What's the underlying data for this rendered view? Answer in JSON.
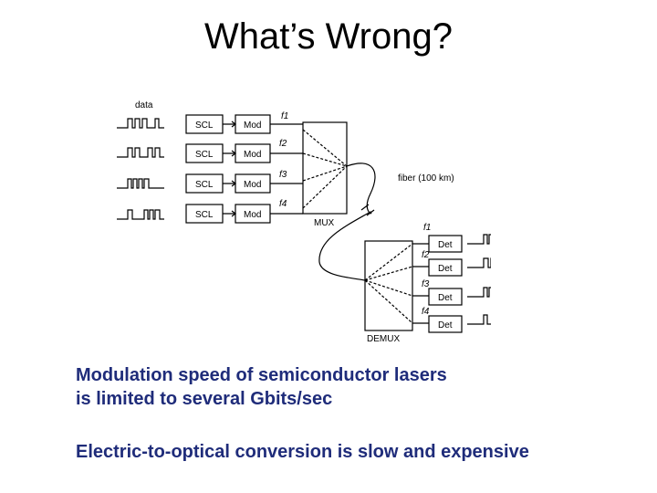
{
  "title": "What’s Wrong?",
  "diagram": {
    "data_label": "data",
    "scl_label": "SCL",
    "mod_label": "Mod",
    "det_label": "Det",
    "mux_label": "MUX",
    "demux_label": "DEMUX",
    "fiber_label": "fiber (100 km)",
    "freq_labels": [
      "f1",
      "f2",
      "f3",
      "f4"
    ]
  },
  "bullets": [
    {
      "lines": [
        "Modulation speed of semiconductor lasers",
        "is limited to several Gbits/sec"
      ]
    },
    {
      "lines": [
        "Electric-to-optical conversion is slow and expensive"
      ]
    }
  ],
  "colors": {
    "bullet_text": "#1f2c7a",
    "title_text": "#000000"
  }
}
